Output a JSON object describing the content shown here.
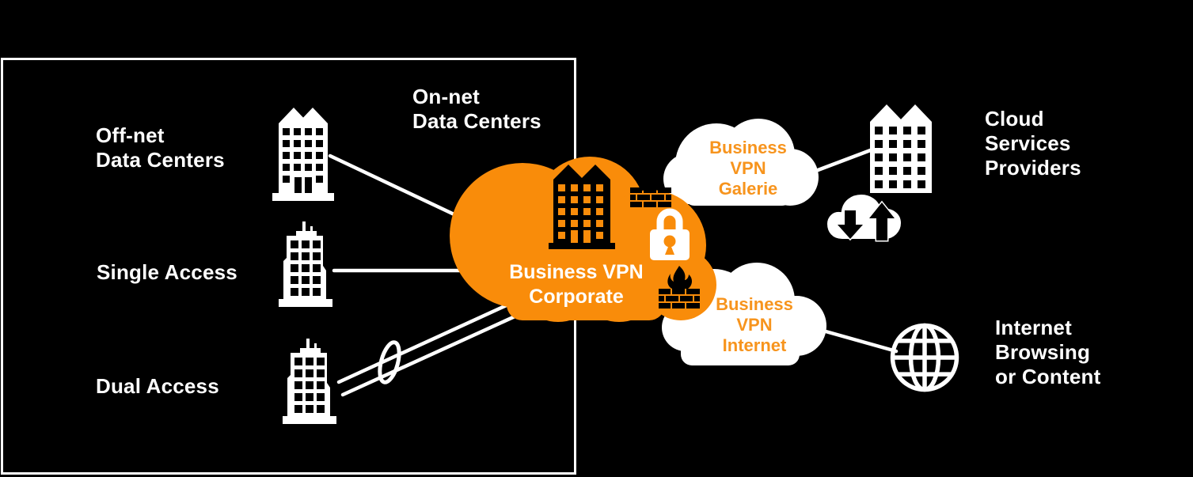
{
  "colors": {
    "background": "#000000",
    "orange": "#F98C0A",
    "orange_text": "#F7941D",
    "white": "#FFFFFF",
    "black": "#000000"
  },
  "left_panel": {
    "off_net_label": "Off-net\nData Centers",
    "on_net_label": "On-net\nData Centers",
    "single_access_label": "Single Access",
    "dual_access_label": "Dual Access"
  },
  "corporate_cloud": {
    "label": "Business VPN\nCorporate"
  },
  "galerie_cloud": {
    "label": "Business\nVPN\nGalerie"
  },
  "internet_cloud": {
    "label": "Business\nVPN\nInternet"
  },
  "right_panel": {
    "cloud_services_label": "Cloud\nServices\nProviders",
    "internet_browsing_label": "Internet\nBrowsing\nor Content"
  },
  "icons": {
    "off_net_building": "building-icon",
    "single_access_building": "building-icon",
    "dual_access_building": "building-icon",
    "corporate_building": "building-icon",
    "cloud_provider_building": "building-icon",
    "firewall_top": "firewall-icon",
    "firewall_bottom": "firewall-icon",
    "padlock": "lock-icon",
    "data_transfer_cloud": "cloud-transfer-icon",
    "globe": "globe-icon",
    "dual_access_loop": "resilience-ellipse-icon"
  }
}
